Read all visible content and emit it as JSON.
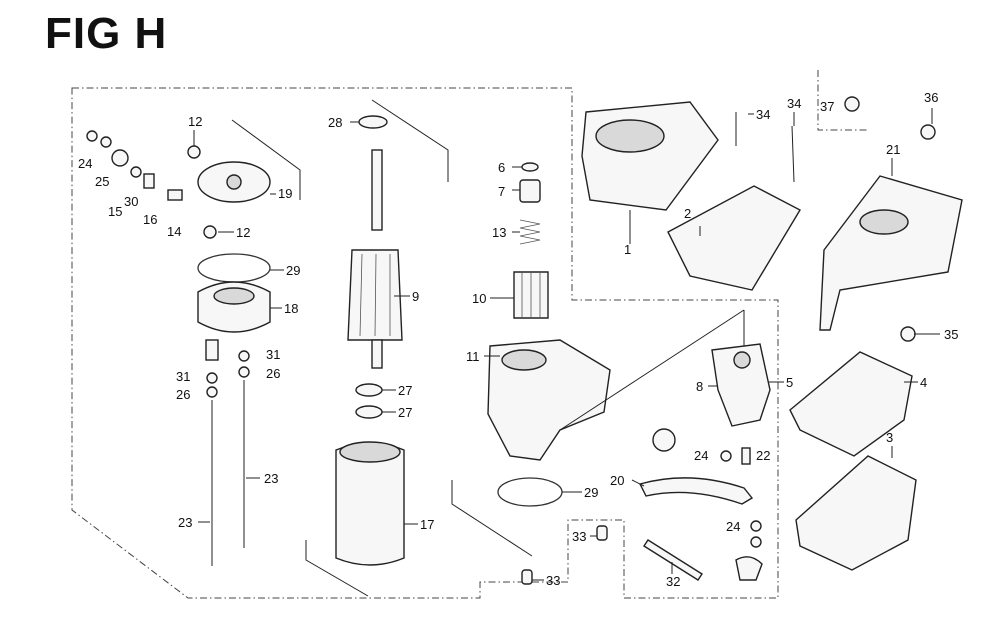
{
  "title": "FIG H",
  "callouts": {
    "c1": "1",
    "c2": "2",
    "c3": "3",
    "c4": "4",
    "c5": "5",
    "c6": "6",
    "c7": "7",
    "c8": "8",
    "c9": "9",
    "c10": "10",
    "c11": "11",
    "c12a": "12",
    "c12b": "12",
    "c13": "13",
    "c14": "14",
    "c15": "15",
    "c16": "16",
    "c17": "17",
    "c18": "18",
    "c19": "19",
    "c20": "20",
    "c21": "21",
    "c22": "22",
    "c23a": "23",
    "c23b": "23",
    "c24a": "24",
    "c24b": "24",
    "c24c": "24",
    "c25": "25",
    "c26a": "26",
    "c26b": "26",
    "c27a": "27",
    "c27b": "27",
    "c28": "28",
    "c29a": "29",
    "c29b": "29",
    "c30": "30",
    "c31a": "31",
    "c31b": "31",
    "c32": "32",
    "c33a": "33",
    "c33b": "33",
    "c34a": "34",
    "c34b": "34",
    "c35": "35",
    "c36": "36",
    "c37": "37"
  }
}
